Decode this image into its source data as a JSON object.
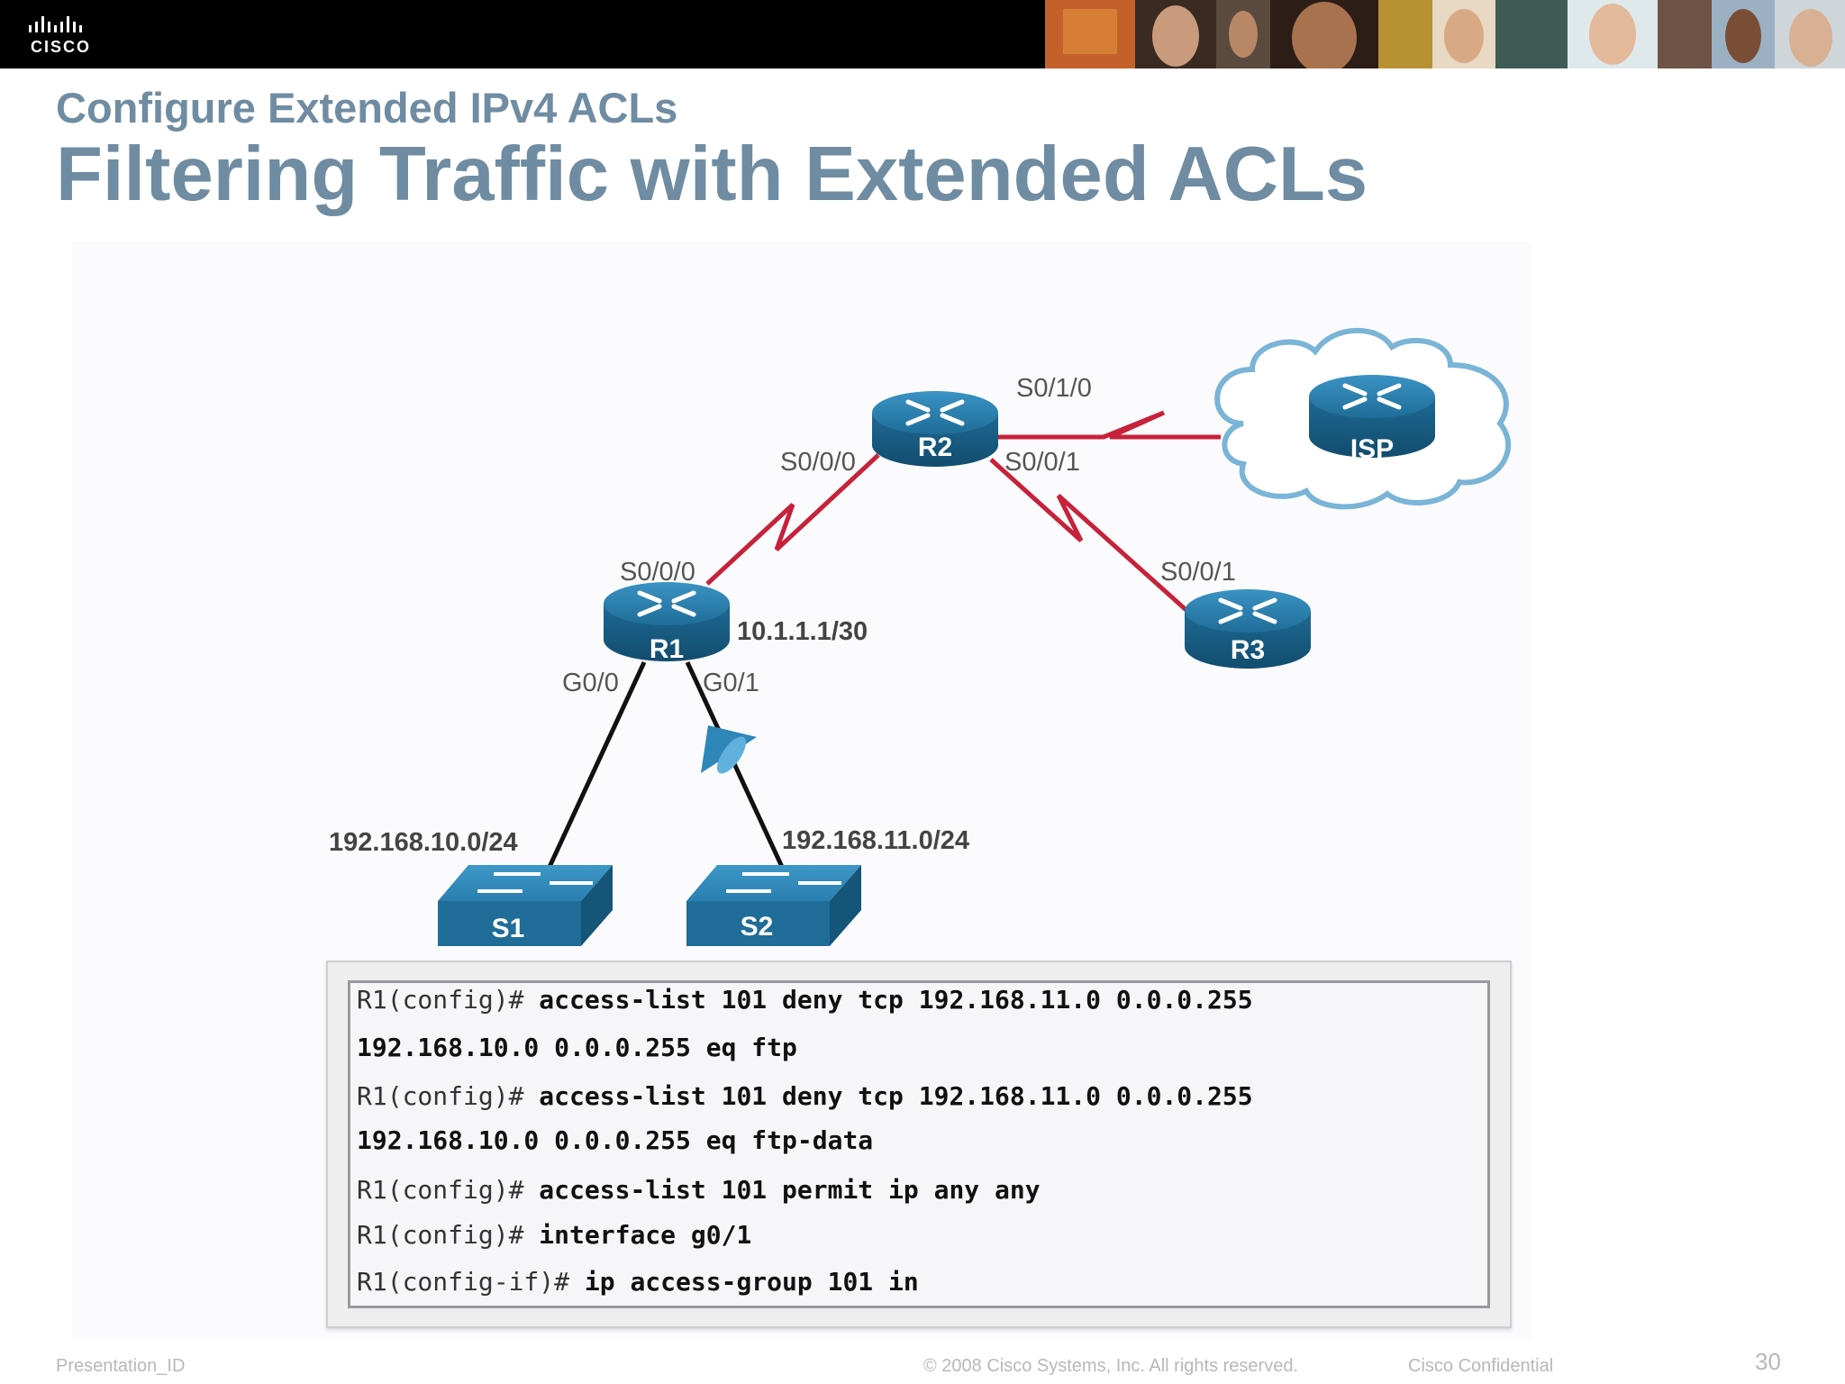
{
  "header": {
    "logo_text": "CISCO",
    "subtitle": "Configure Extended IPv4 ACLs",
    "title": "Filtering Traffic with Extended ACLs"
  },
  "diagram": {
    "devices": {
      "r1": "R1",
      "r2": "R2",
      "r3": "R3",
      "isp": "ISP",
      "s1": "S1",
      "s2": "S2"
    },
    "interfaces": {
      "r2_s010": "S0/1/0",
      "r2_s000": "S0/0/0",
      "r2_s001": "S0/0/1",
      "r1_s000": "S0/0/0",
      "r3_s001": "S0/0/1",
      "r1_g00": "G0/0",
      "r1_g01": "G0/1",
      "r1_ip": "10.1.1.1/30",
      "net_10": "192.168.10.0/24",
      "net_11": "192.168.11.0/24"
    },
    "colors": {
      "router": "#1f6d98",
      "serial_link": "#c8213a",
      "ethernet_link": "#111111",
      "cloud_outline": "#7ab4d6"
    },
    "acl_icon": "filter-cone-icon"
  },
  "cli": {
    "lines": [
      {
        "prompt": "R1(config)#",
        "command": " access-list 101 deny tcp 192.168.11.0 0.0.0.255"
      },
      {
        "prompt": "",
        "command": "192.168.10.0 0.0.0.255 eq ftp"
      },
      {
        "prompt": "R1(config)#",
        "command": " access-list 101 deny tcp 192.168.11.0 0.0.0.255"
      },
      {
        "prompt": "",
        "command": "192.168.10.0 0.0.0.255 eq ftp-data"
      },
      {
        "prompt": "R1(config)#",
        "command": " access-list 101 permit ip any any"
      },
      {
        "prompt": "R1(config)#",
        "command": " interface g0/1"
      },
      {
        "prompt": "R1(config-if)#",
        "command": " ip access-group 101 in"
      }
    ]
  },
  "footer": {
    "presentation_id": "Presentation_ID",
    "copyright": "© 2008 Cisco Systems, Inc. All rights reserved.",
    "confidential": "Cisco Confidential",
    "page_number": "30"
  }
}
